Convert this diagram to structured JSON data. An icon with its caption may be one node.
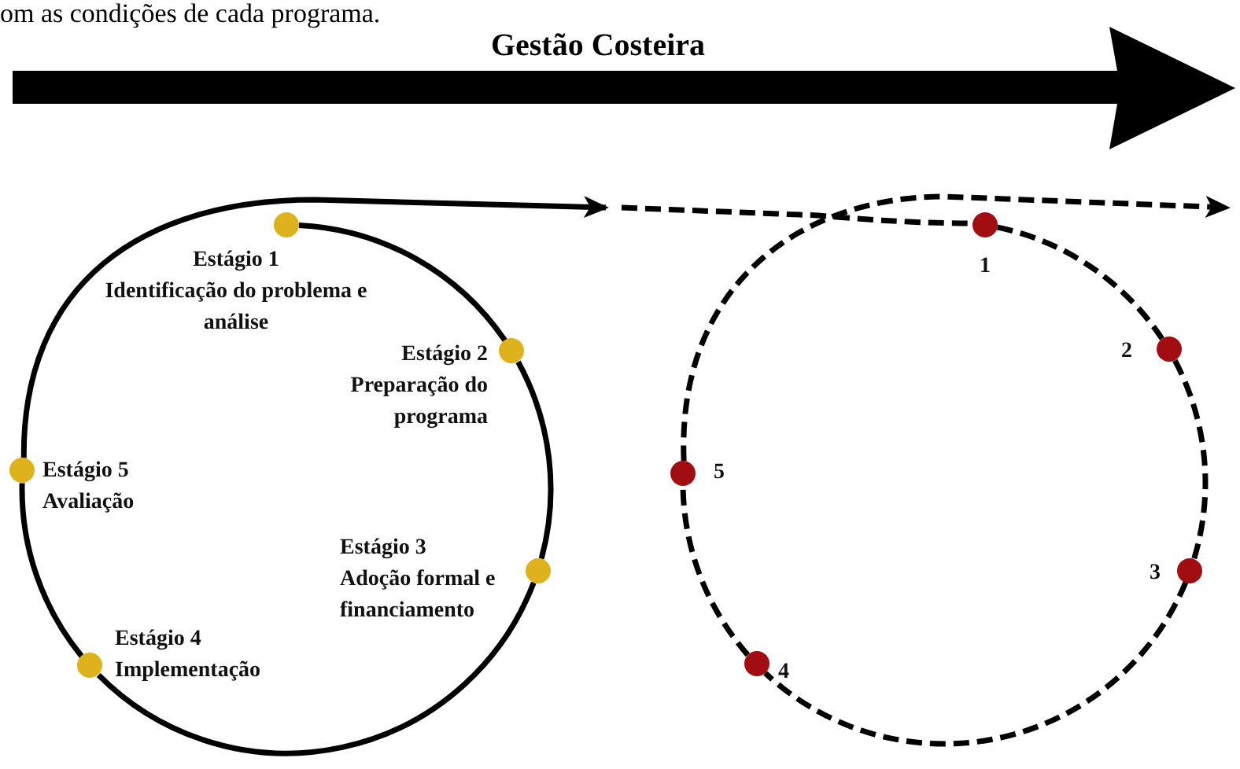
{
  "diagram": {
    "title": "Gestão Costeira",
    "nodes": [
      {
        "text": [],
        "shape": "circle",
        "beside": [
          "Estágio 1",
          "Identificação do problema e análise"
        ]
      },
      {
        "text": [],
        "shape": "circle",
        "beside": [
          "Estágio 2",
          "Preparação do programa"
        ]
      },
      {
        "text": [],
        "shape": "circle",
        "beside": [
          "Estágio 3",
          "Adoção formal e financiamento"
        ]
      },
      {
        "text": [],
        "shape": "circle",
        "beside": [
          "Estágio 4",
          "Implementação"
        ]
      },
      {
        "text": [],
        "shape": "circle",
        "beside": [
          "Estágio 5",
          "Avaliação"
        ]
      },
      {
        "text": [],
        "shape": "circle",
        "beside": [
          "1"
        ]
      },
      {
        "text": [],
        "shape": "circle",
        "beside": [
          "2"
        ]
      },
      {
        "text": [],
        "shape": "circle",
        "beside": [
          "3"
        ]
      },
      {
        "text": [],
        "shape": "circle",
        "beside": [
          "4"
        ]
      },
      {
        "text": [],
        "shape": "circle",
        "beside": [
          "5"
        ]
      }
    ],
    "edges": [
      {
        "from": 0,
        "to": 1,
        "arrow": "none"
      },
      {
        "from": 1,
        "to": 2,
        "arrow": "none"
      },
      {
        "from": 2,
        "to": 3,
        "arrow": "none"
      },
      {
        "from": 3,
        "to": 4,
        "arrow": "none"
      },
      {
        "from": 4,
        "to": null,
        "arrow": "to"
      },
      {
        "from": null,
        "to": 5,
        "arrow": "none",
        "style": "dashed"
      },
      {
        "from": 5,
        "to": 6,
        "arrow": "none",
        "style": "dashed"
      },
      {
        "from": 6,
        "to": 7,
        "arrow": "none",
        "style": "dashed"
      },
      {
        "from": 7,
        "to": 8,
        "arrow": "none",
        "style": "dashed"
      },
      {
        "from": 8,
        "to": 9,
        "arrow": "none",
        "style": "dashed"
      },
      {
        "from": 9,
        "to": null,
        "arrow": "to",
        "style": "dashed"
      }
    ],
    "labels": [
      "om as condições de cada programa."
    ]
  }
}
